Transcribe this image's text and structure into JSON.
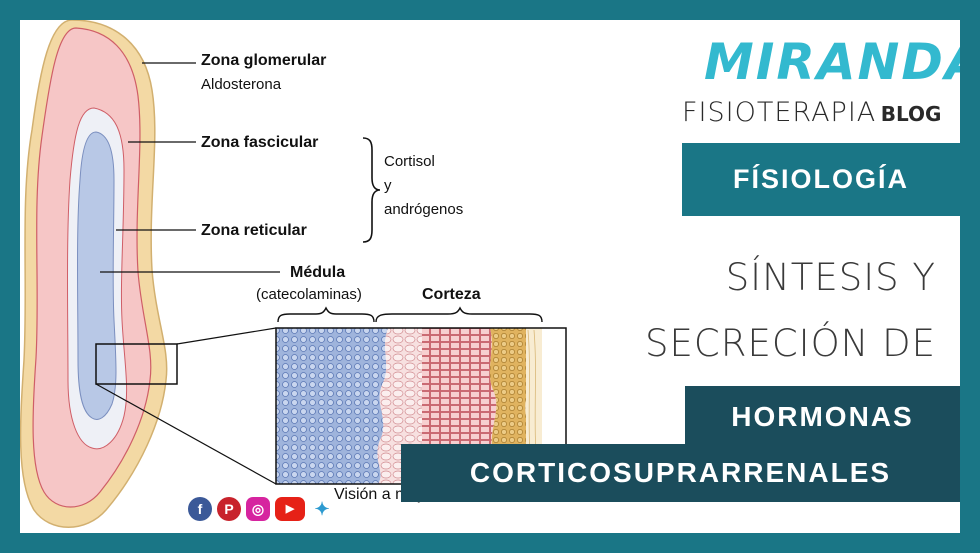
{
  "brand": {
    "name": "MIRANDA",
    "subtitle_light": "FISIOTERAPIA",
    "subtitle_bold": "BLOG"
  },
  "category": "FÍSIOLOGÍA",
  "title": {
    "line1": "SÍNTESIS Y",
    "line2": "SECRECIÓN DE",
    "highlight1": "HORMONAS",
    "highlight2": "CORTICOSUPRARRENALES"
  },
  "diagram": {
    "zona_glomerular": "Zona glomerular",
    "aldosterona": "Aldosterona",
    "zona_fascicular": "Zona fascicular",
    "zona_reticular": "Zona reticular",
    "cortisol": "Cortisol",
    "y": "y",
    "androgenos": "andrógenos",
    "medula": "Médula",
    "catecolaminas": "(catecolaminas)",
    "corteza": "Corteza",
    "vision": "Visión a mayor aumento"
  },
  "social": {
    "facebook": "f",
    "pinterest": "P",
    "instagram": "◎",
    "youtube": "▶",
    "other": "✦"
  },
  "colors": {
    "frame": "#1a7686",
    "brand_cyan": "#33b9cf",
    "highlight_box": "#1b4d5c",
    "capsule": "#f3d9a4",
    "cortex_pink": "#f6c6c6",
    "medulla_blue": "#b8c8e6"
  },
  "icons": [
    "facebook-icon",
    "pinterest-icon",
    "instagram-icon",
    "youtube-icon",
    "network-icon"
  ]
}
